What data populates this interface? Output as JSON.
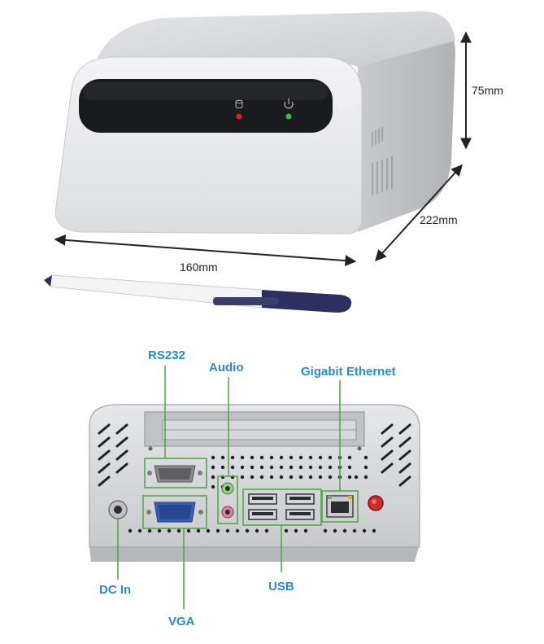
{
  "dimensions": {
    "height": "75mm",
    "depth": "222mm",
    "width": "160mm"
  },
  "ports": {
    "rs232": "RS232",
    "audio": "Audio",
    "gigabit_ethernet": "Gigabit Ethernet",
    "dc_in": "DC In",
    "usb": "USB",
    "vga": "VGA"
  },
  "colors": {
    "label_blue": "#2a8ad0",
    "leader_green": "#4aa640",
    "case_silver": "#d4d6da",
    "hdd_led": "#e02020",
    "power_led": "#30c030"
  },
  "icons": {
    "front_left_indicator": "hdd-icon",
    "front_right_indicator": "power-icon"
  }
}
